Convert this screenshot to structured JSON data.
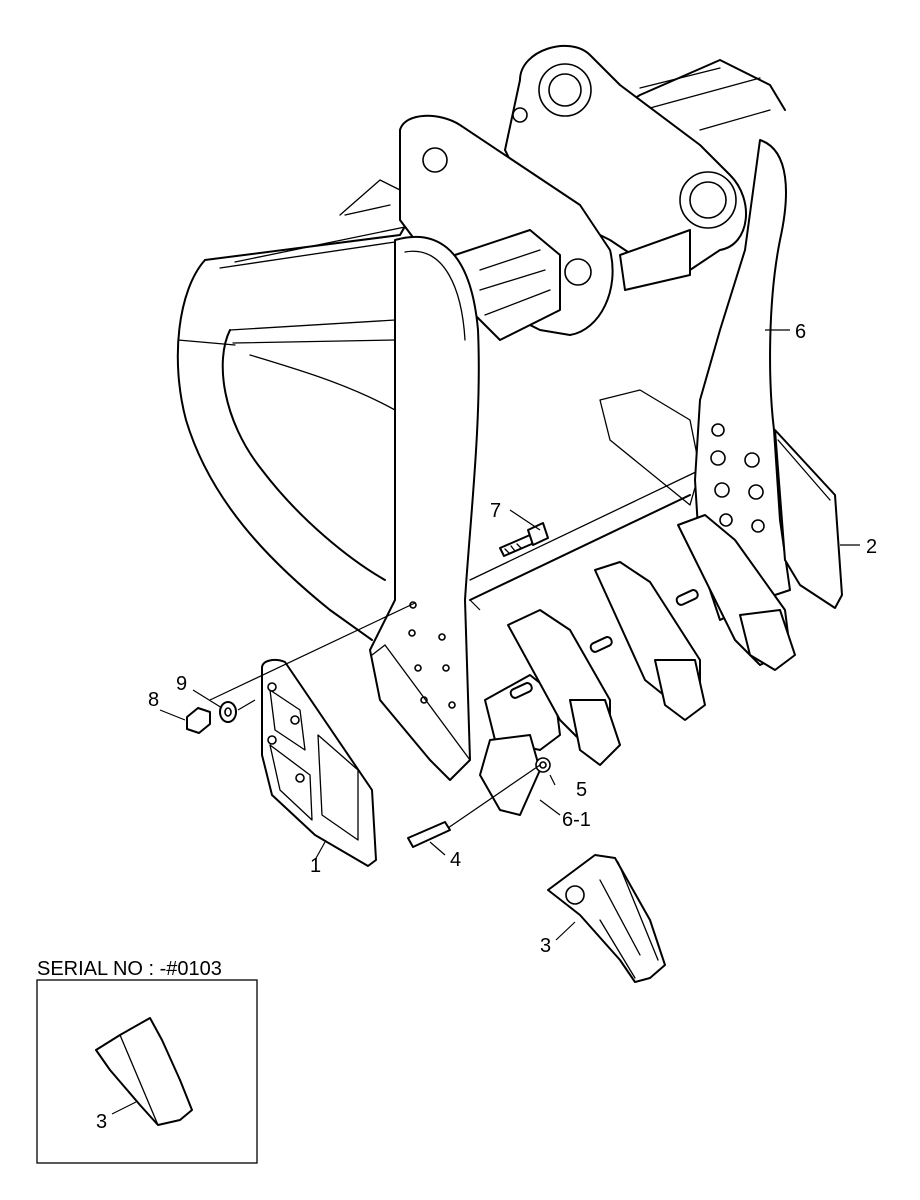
{
  "callouts": {
    "1": "1",
    "2": "2",
    "3": "3",
    "4": "4",
    "5": "5",
    "6": "6",
    "6-1": "6-1",
    "7": "7",
    "8": "8",
    "9": "9"
  },
  "inset": {
    "title": "SERIAL NO : -#0103",
    "part_label": "3"
  }
}
